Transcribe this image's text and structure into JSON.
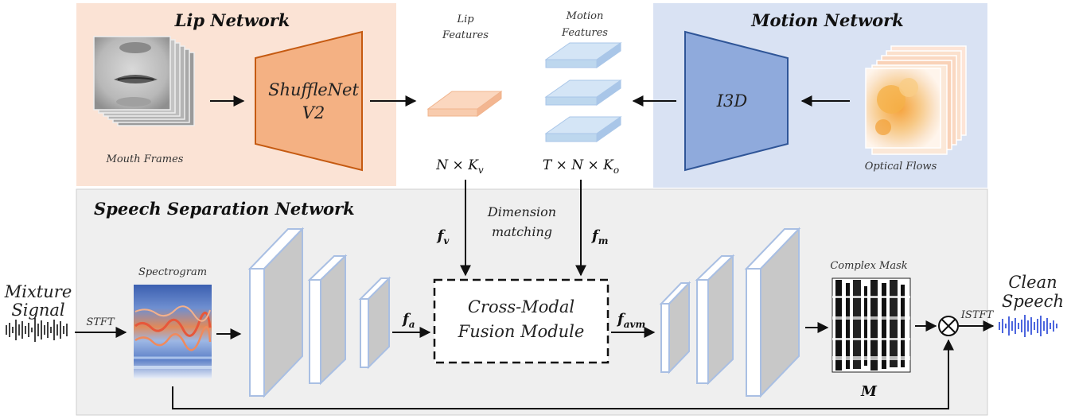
{
  "lip_network": {
    "title": "Lip Network",
    "backbone_line1": "ShuffleNet",
    "backbone_line2": "V2",
    "input_label": "Mouth Frames",
    "feature_label_line1": "Lip",
    "feature_label_line2": "Features",
    "feature_shape": "N × K",
    "feature_shape_sub": "v"
  },
  "motion_network": {
    "title": "Motion Network",
    "backbone": "I3D",
    "input_label": "Optical Flows",
    "feature_label_line1": "Motion",
    "feature_label_line2": "Features",
    "feature_shape": "T × N × K",
    "feature_shape_sub": "o"
  },
  "speech_separation": {
    "title": "Speech Separation Network",
    "dimension_matching_line1": "Dimension",
    "dimension_matching_line2": "matching",
    "fv": "f",
    "fv_sub": "v",
    "fm": "f",
    "fm_sub": "m",
    "fa": "f",
    "fa_sub": "a",
    "favm": "f",
    "favm_sub": "avm",
    "fusion_line1": "Cross-Modal",
    "fusion_line2": "Fusion Module",
    "spectrogram_label": "Spectrogram",
    "mask_label": "Complex Mask",
    "mask_symbol": "M",
    "stft": "STFT",
    "istft": "ISTFT",
    "mixture_line1": "Mixture",
    "mixture_line2": "Signal",
    "clean_line1": "Clean",
    "clean_line2": "Speech",
    "multiply_symbol": "⊗"
  },
  "colors": {
    "lip_bg": "#fbe3d5",
    "motion_bg": "#d9e2f3",
    "separation_bg": "#efefef",
    "shufflenet": "#f4b183",
    "i3d": "#8faadc",
    "lip_feature": "#f8cbad",
    "motion_feature": "#bdd7ee",
    "conv_block_side": "#c8c8c8",
    "conv_block_edge": "#a9bfe3"
  }
}
